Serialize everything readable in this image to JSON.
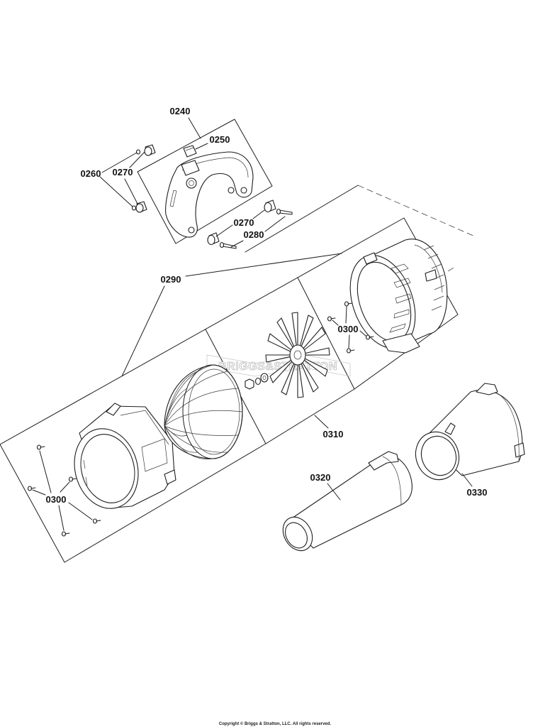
{
  "diagram": {
    "callouts": [
      "0240",
      "0250",
      "0260",
      "0270",
      "0270",
      "0280",
      "0290",
      "0300",
      "0310",
      "0320",
      "0330",
      "0300"
    ],
    "watermark": "BRIGGS&STRATTON",
    "copyright": "Copyright © Briggs & Stratton, LLC. All rights reserved."
  }
}
